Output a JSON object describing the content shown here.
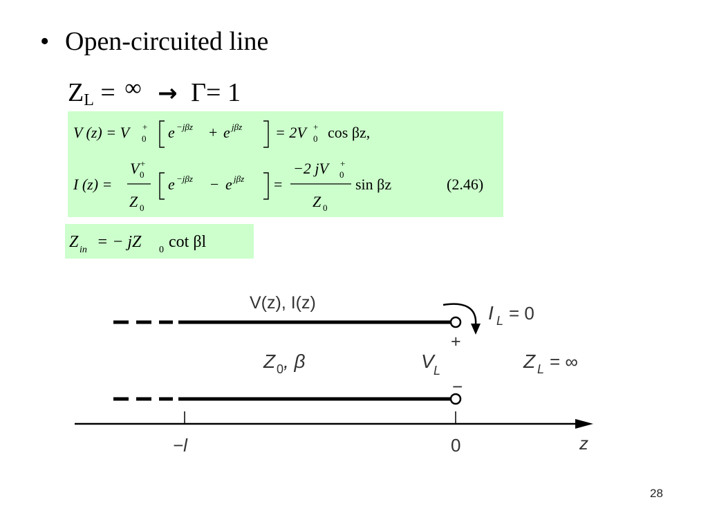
{
  "slide": {
    "bullet": "•",
    "heading": "Open-circuited line",
    "zl_symbol": "Z",
    "zl_subscript": "L",
    "zl_equals": "=",
    "zl_infinity": "∞",
    "arrow": "→",
    "gamma_expr": "Γ= 1",
    "slide_number": "28"
  },
  "equations": {
    "v_lhs": "V (z) = V",
    "v_plus": "+",
    "v_zero": "0",
    "v_exp1": "−jβz",
    "v_exp2": "jβz",
    "v_result": "= 2V",
    "v_tail": "cos βz,",
    "i_lhs": "I (z) =",
    "i_result": "−2 jV",
    "i_tail": "sin βz",
    "i_den": "Z",
    "eq_number": "(2.46)",
    "zin_lhs": "Z",
    "zin_sub": "in",
    "zin_rhs": "= − jZ",
    "zin_tail": "cot βl"
  },
  "diagram": {
    "vi_label": "V(z), I(z)",
    "il_label": "I",
    "il_sub": "L",
    "il_value": "= 0",
    "plus": "+",
    "minus": "−",
    "z0_label": "Z",
    "z0_sub": "0",
    "z0_tail": ", β",
    "vl_label": "V",
    "vl_sub": "L",
    "zl_label": "Z",
    "zl_sub": "L",
    "zl_value": "= ∞",
    "neg_l": "−l",
    "zero": "0",
    "z_axis": "z"
  },
  "colors": {
    "equation_bg": "#ccffcc",
    "line": "#000000",
    "diagram_text": "#333333"
  }
}
